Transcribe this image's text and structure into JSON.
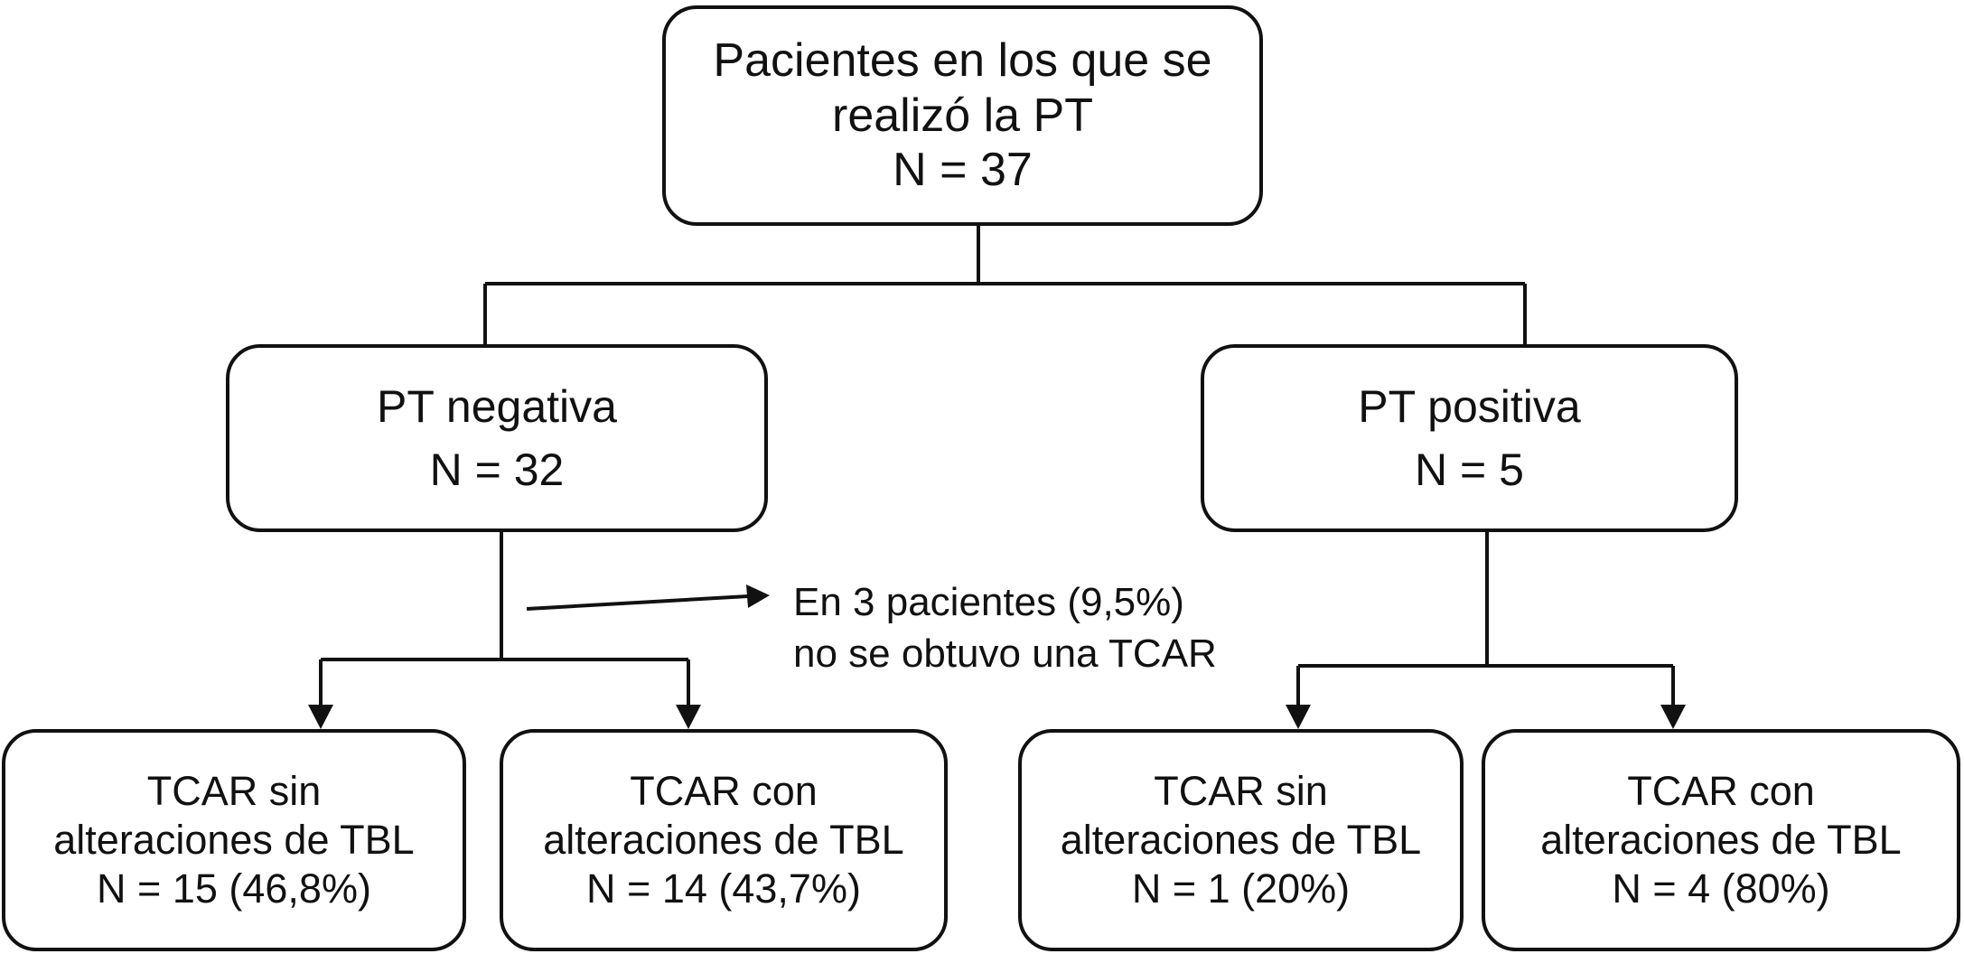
{
  "diagram": {
    "root": {
      "line1": "Pacientes en los que se",
      "line2": "realizó la PT",
      "line3": "N = 37"
    },
    "negative": {
      "label": "PT negativa",
      "count": "N = 32"
    },
    "positive": {
      "label": "PT positiva",
      "count": "N = 5"
    },
    "note": {
      "line1": "En 3 pacientes (9,5%)",
      "line2": "no se obtuvo una TCAR"
    },
    "leaves": [
      {
        "line1": "TCAR sin",
        "line2": "alteraciones de TBL",
        "line3": "N = 15 (46,8%)"
      },
      {
        "line1": "TCAR con",
        "line2": "alteraciones de TBL",
        "line3": "N = 14 (43,7%)"
      },
      {
        "line1": "TCAR sin",
        "line2": "alteraciones de TBL",
        "line3": "N = 1 (20%)"
      },
      {
        "line1": "TCAR con",
        "line2": "alteraciones de TBL",
        "line3": "N = 4 (80%)"
      }
    ]
  }
}
